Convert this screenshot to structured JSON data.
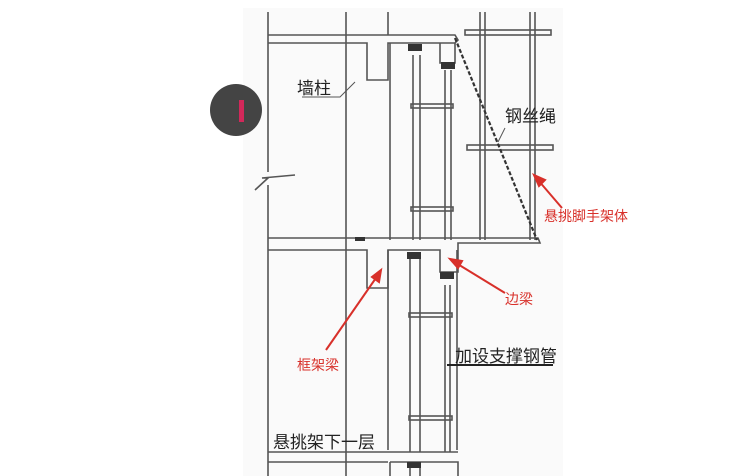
{
  "labels": {
    "wall_column": "墙柱",
    "wire_rope": "钢丝绳",
    "cantilever_scaffold": "悬挑脚手架体",
    "edge_beam": "边梁",
    "frame_beam": "框架梁",
    "support_pipe": "加设支撑钢管",
    "lower_floor": "悬挑架下一层"
  },
  "colors": {
    "line": "#555555",
    "annotation": "#d8302a"
  }
}
